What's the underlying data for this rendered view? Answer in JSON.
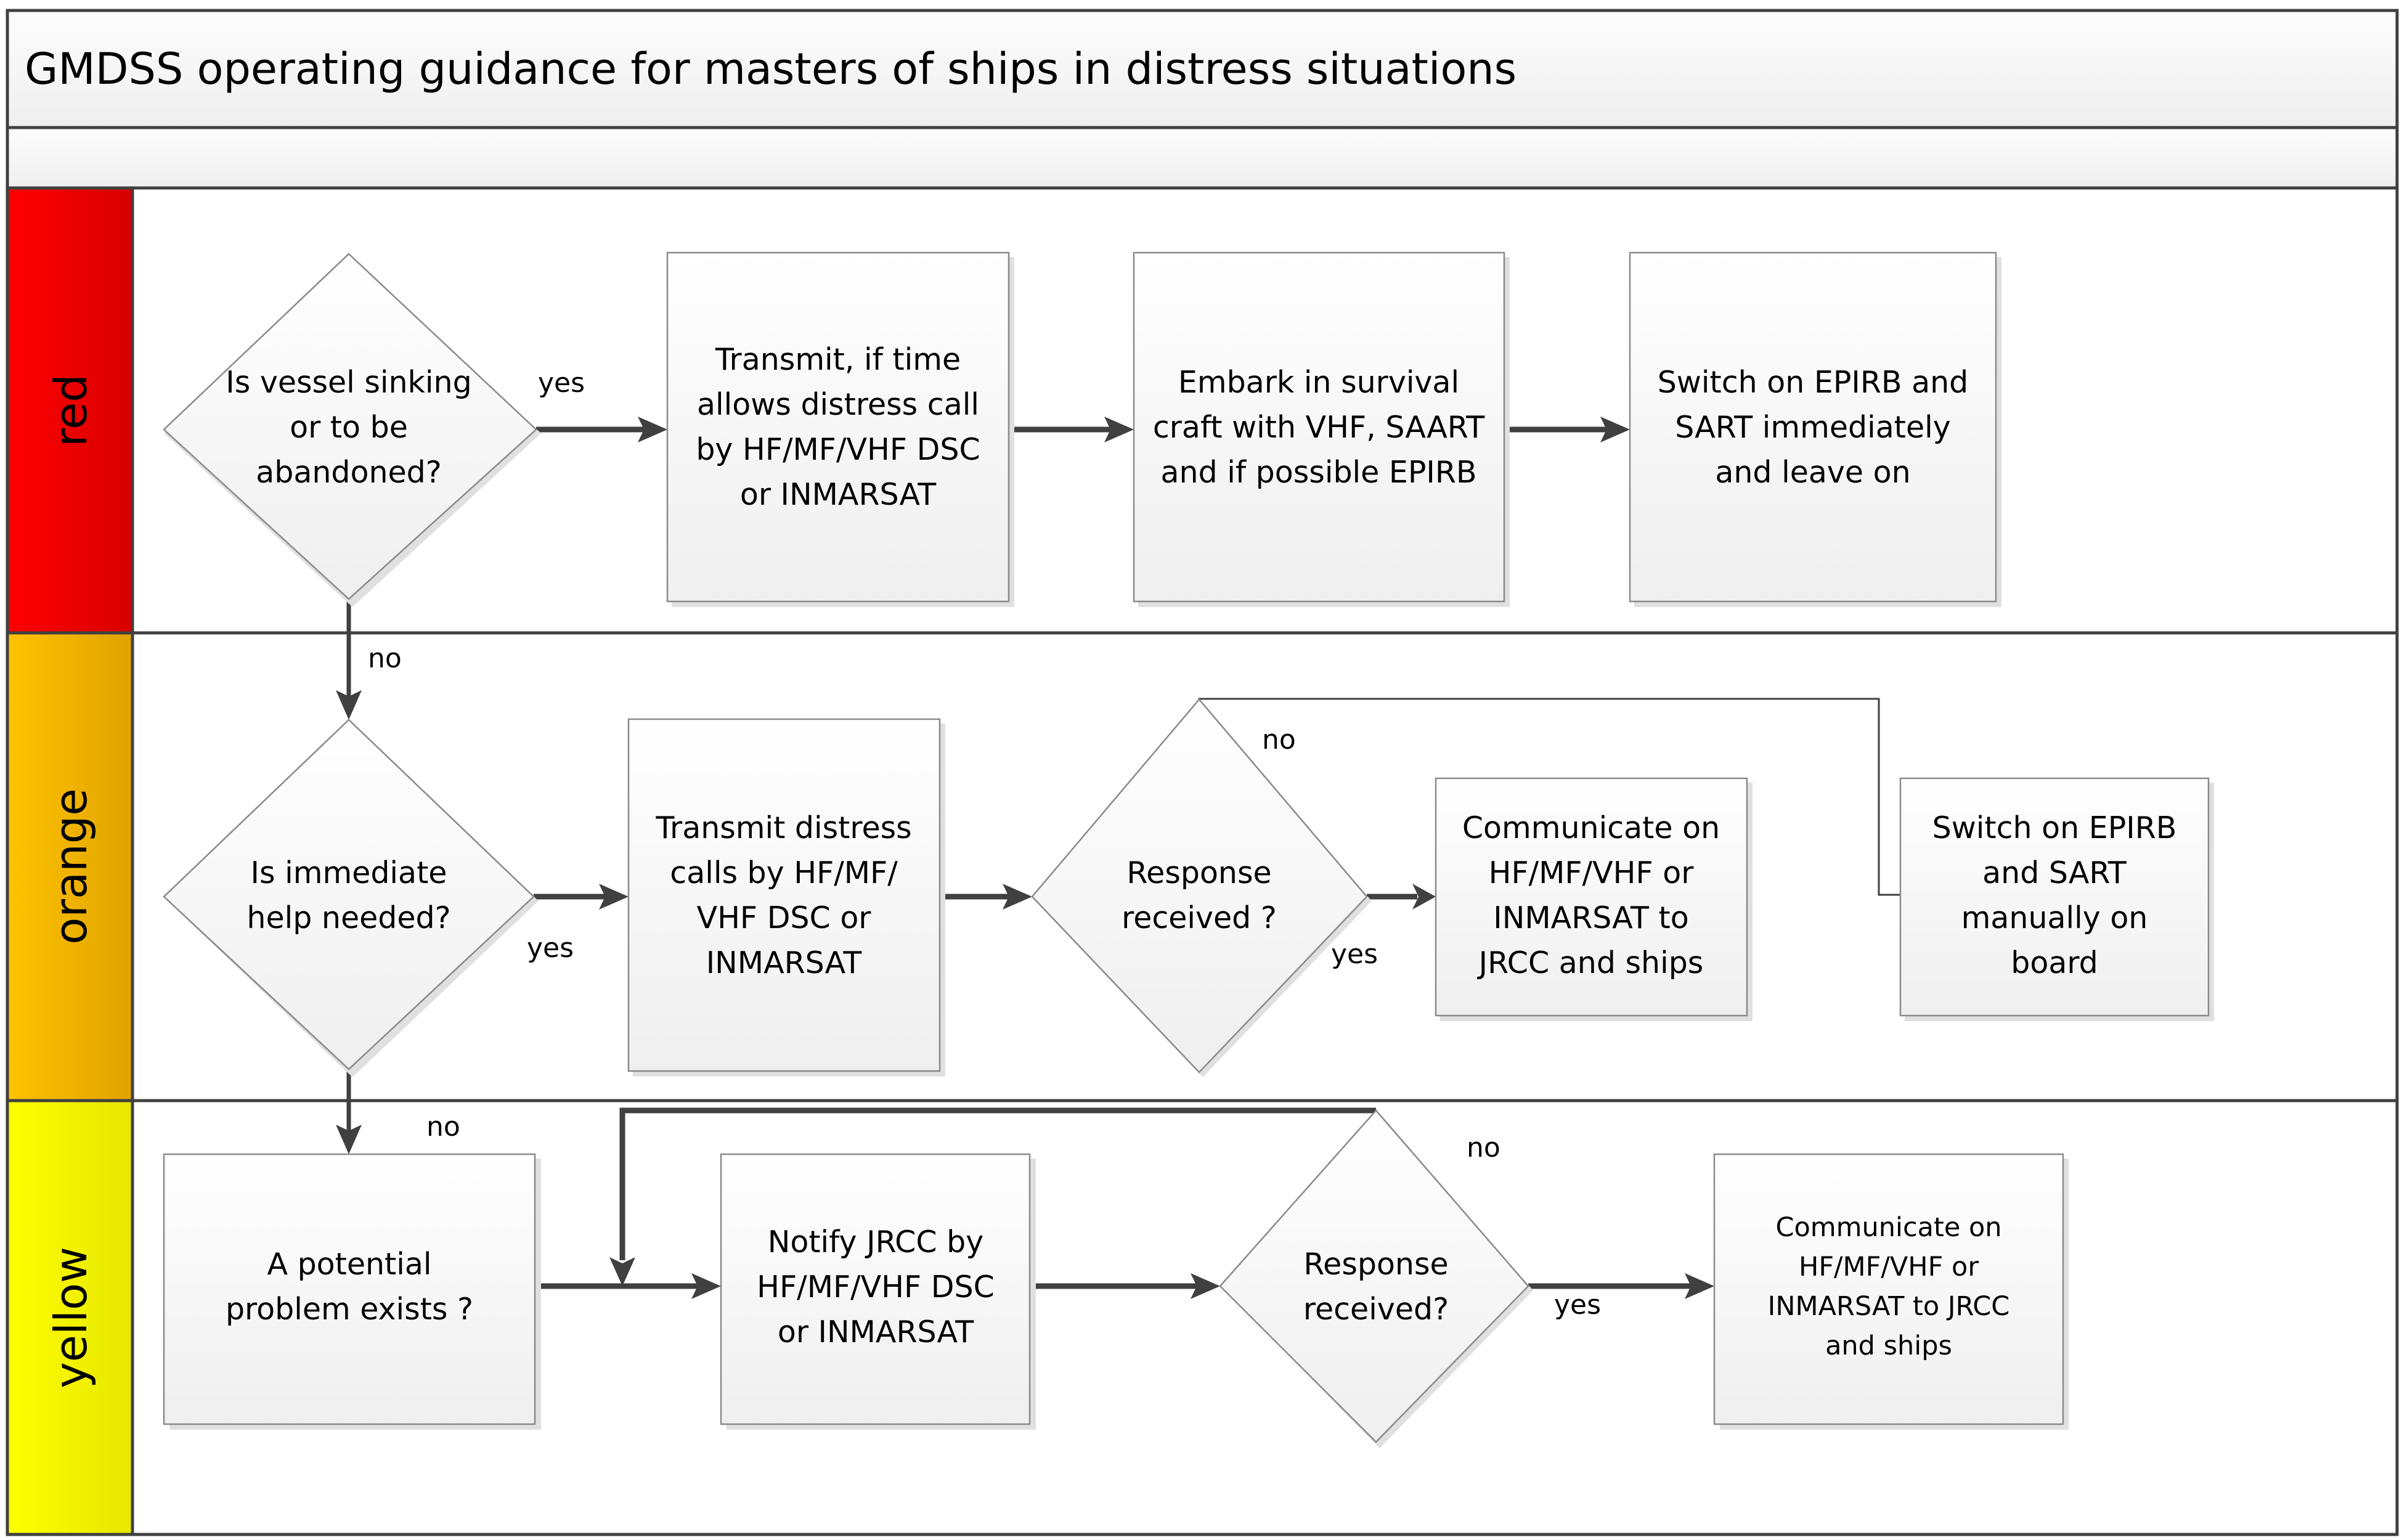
{
  "title": "GMDSS operating guidance for masters of ships in distress situations",
  "subtitle": "",
  "colors": {
    "red_lane": "#ff0000",
    "orange_lane": "#f5b800",
    "yellow_lane": "#ffff00",
    "node_fill_top": "#ffffff",
    "node_fill_bottom": "#efefef",
    "connector": "#404040"
  },
  "lanes": [
    {
      "id": "red",
      "label": "red"
    },
    {
      "id": "orange",
      "label": "orange"
    },
    {
      "id": "yellow",
      "label": "yellow"
    }
  ],
  "nodes": {
    "red_decision": {
      "type": "decision",
      "lines": [
        "Is vessel sinking",
        "or to be",
        "abandoned?"
      ]
    },
    "red_transmit": {
      "type": "process",
      "lines": [
        "Transmit, if time",
        "allows distress call",
        "by HF/MF/VHF DSC",
        "or INMARSAT"
      ]
    },
    "red_embark": {
      "type": "process",
      "lines": [
        "Embark in survival",
        "craft with VHF, SAART",
        "and if possible EPIRB"
      ]
    },
    "red_switch": {
      "type": "process",
      "lines": [
        "Switch on EPIRB and",
        "SART immediately",
        "and leave on"
      ]
    },
    "orange_decision": {
      "type": "decision",
      "lines": [
        "Is immediate",
        "help needed?"
      ]
    },
    "orange_transmit": {
      "type": "process",
      "lines": [
        "Transmit distress",
        "calls by HF/MF/",
        "VHF DSC or",
        "INMARSAT"
      ]
    },
    "orange_response": {
      "type": "decision",
      "lines": [
        "Response",
        "received ?"
      ]
    },
    "orange_communicate": {
      "type": "process",
      "lines": [
        "Communicate on",
        "HF/MF/VHF or",
        "INMARSAT to",
        "JRCC and ships"
      ]
    },
    "orange_switch": {
      "type": "process",
      "lines": [
        "Switch on EPIRB",
        "and SART",
        "manually on",
        "board"
      ]
    },
    "yellow_problem": {
      "type": "process",
      "lines": [
        "A potential",
        "problem exists ?"
      ]
    },
    "yellow_notify": {
      "type": "process",
      "lines": [
        "Notify JRCC by",
        "HF/MF/VHF DSC",
        "or INMARSAT"
      ]
    },
    "yellow_response": {
      "type": "decision",
      "lines": [
        "Response",
        "received?"
      ]
    },
    "yellow_communicate": {
      "type": "process",
      "lines": [
        "Communicate on",
        "HF/MF/VHF or",
        "INMARSAT to JRCC",
        "and ships"
      ]
    }
  },
  "edge_labels": {
    "red_yes": "yes",
    "red_no": "no",
    "orange_yes": "yes",
    "orange_no": "no",
    "orange_response_no": "no",
    "orange_response_yes": "yes",
    "yellow_response_no": "no",
    "yellow_response_yes": "yes"
  }
}
